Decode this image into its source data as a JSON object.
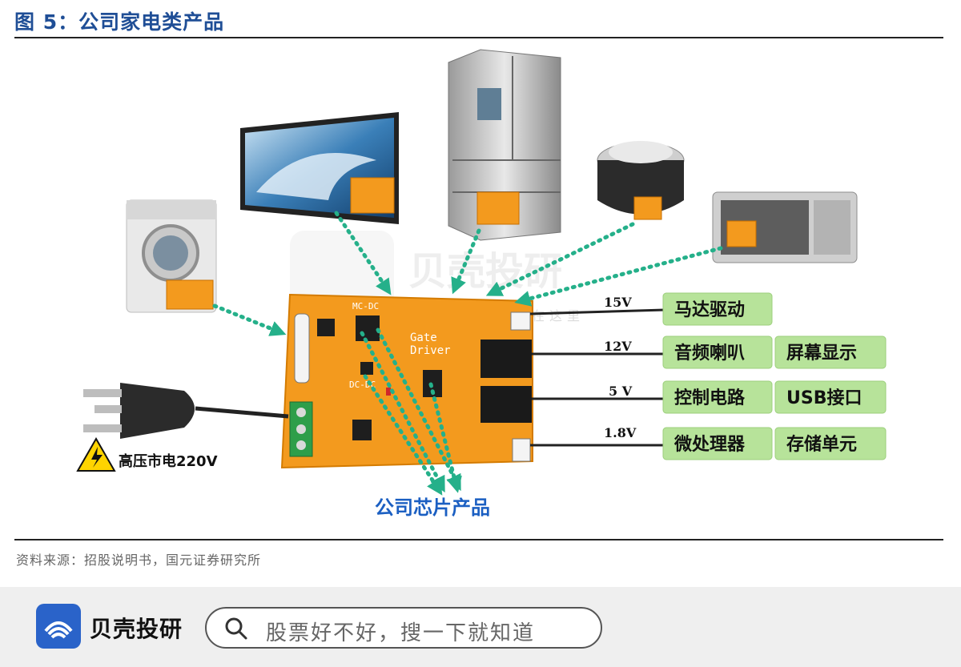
{
  "figure": {
    "title": "图 5：公司家电类产品",
    "source": "资料来源：招股说明书，国元证券研究所"
  },
  "diagram": {
    "board_silk_top": "MC-DC",
    "board_silk_gate": "Gate",
    "board_silk_driver": "Driver",
    "board_silk_dcdc": "DC-DC",
    "power_label": "高压市电220V",
    "chip_label": "公司芯片产品",
    "watermark": "贝壳投研",
    "watermark_sub": "聪明的投资者都在这里",
    "outputs": [
      {
        "voltage": "15V",
        "tags": [
          "马达驱动"
        ]
      },
      {
        "voltage": "12V",
        "tags": [
          "音频喇叭",
          "屏幕显示"
        ]
      },
      {
        "voltage": "5 V",
        "tags": [
          "控制电路",
          "USB接口"
        ]
      },
      {
        "voltage": "1.8V",
        "tags": [
          "微处理器",
          "存储单元"
        ]
      }
    ],
    "colors": {
      "board": "#f39a1e",
      "tag_bg": "#b7e39a",
      "arrow": "#25b08a",
      "chip_label": "#1b5fc2"
    }
  },
  "footer": {
    "brand": "贝壳投研",
    "search_placeholder": "股票好不好，搜一下就知道"
  }
}
